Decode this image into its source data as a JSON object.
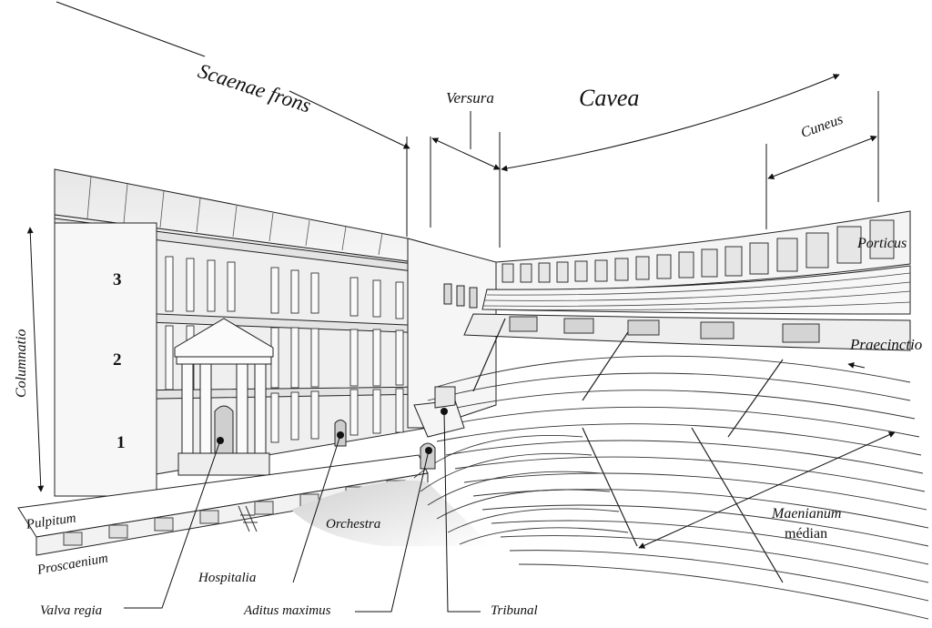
{
  "labels": {
    "scaenae_frons": "Scaenae frons",
    "versura": "Versura",
    "cavea": "Cavea",
    "cuneus": "Cuneus",
    "porticus": "Porticus",
    "praecinctio": "Praecinctio",
    "columnatio": "Columnatio",
    "level_3": "3",
    "level_2": "2",
    "level_1": "1",
    "pulpitum": "Pulpitum",
    "proscaenium": "Proscaenium",
    "orchestra": "Orchestra",
    "hospitalia": "Hospitalia",
    "valva_regia": "Valva regia",
    "aditus_maximus": "Aditus maximus",
    "tribunal": "Tribunal",
    "maenianum_line1": "Maenianum",
    "maenianum_line2": "médian"
  },
  "colors": {
    "ink": "#111111",
    "stone": "#f2f2f2",
    "shade": "#d8d8d8",
    "paper": "#ffffff"
  }
}
